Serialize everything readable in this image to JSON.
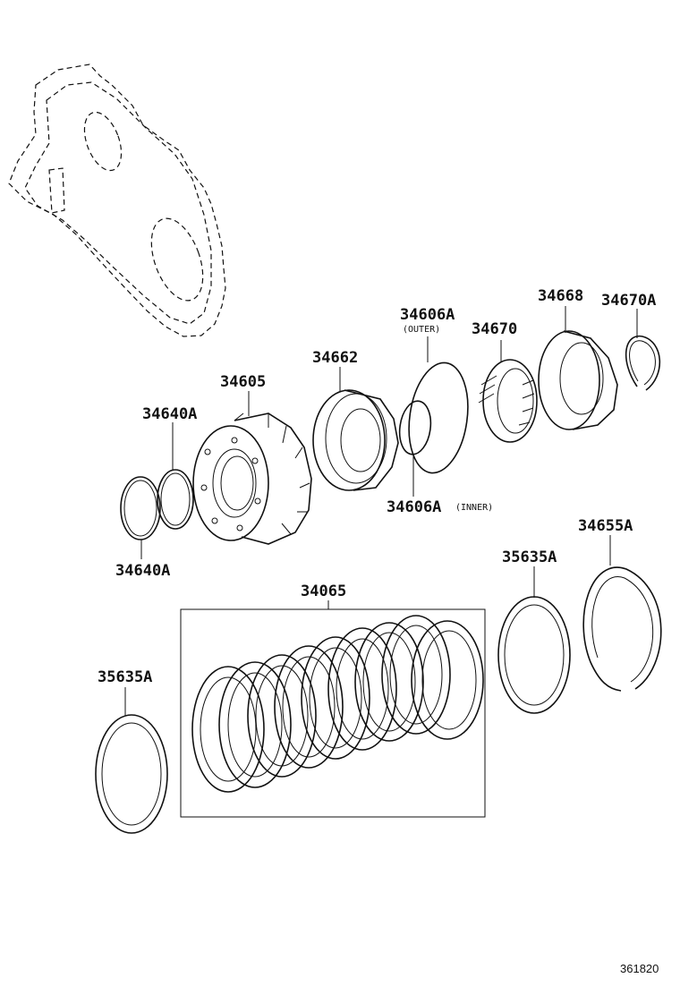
{
  "labels": {
    "p34605": "34605",
    "p34662": "34662",
    "p34606a_outer": "34606A",
    "outer_note": "(OUTER)",
    "p34670": "34670",
    "p34668": "34668",
    "p34670a": "34670A",
    "p34640a_top": "34640A",
    "p34640a_bottom": "34640A",
    "p34606a_inner": "34606A",
    "inner_note": "(INNER)",
    "p35635a_right": "35635A",
    "p34655a": "34655A",
    "p34065": "34065",
    "p35635a_left": "35635A"
  },
  "figure_number": "361820"
}
